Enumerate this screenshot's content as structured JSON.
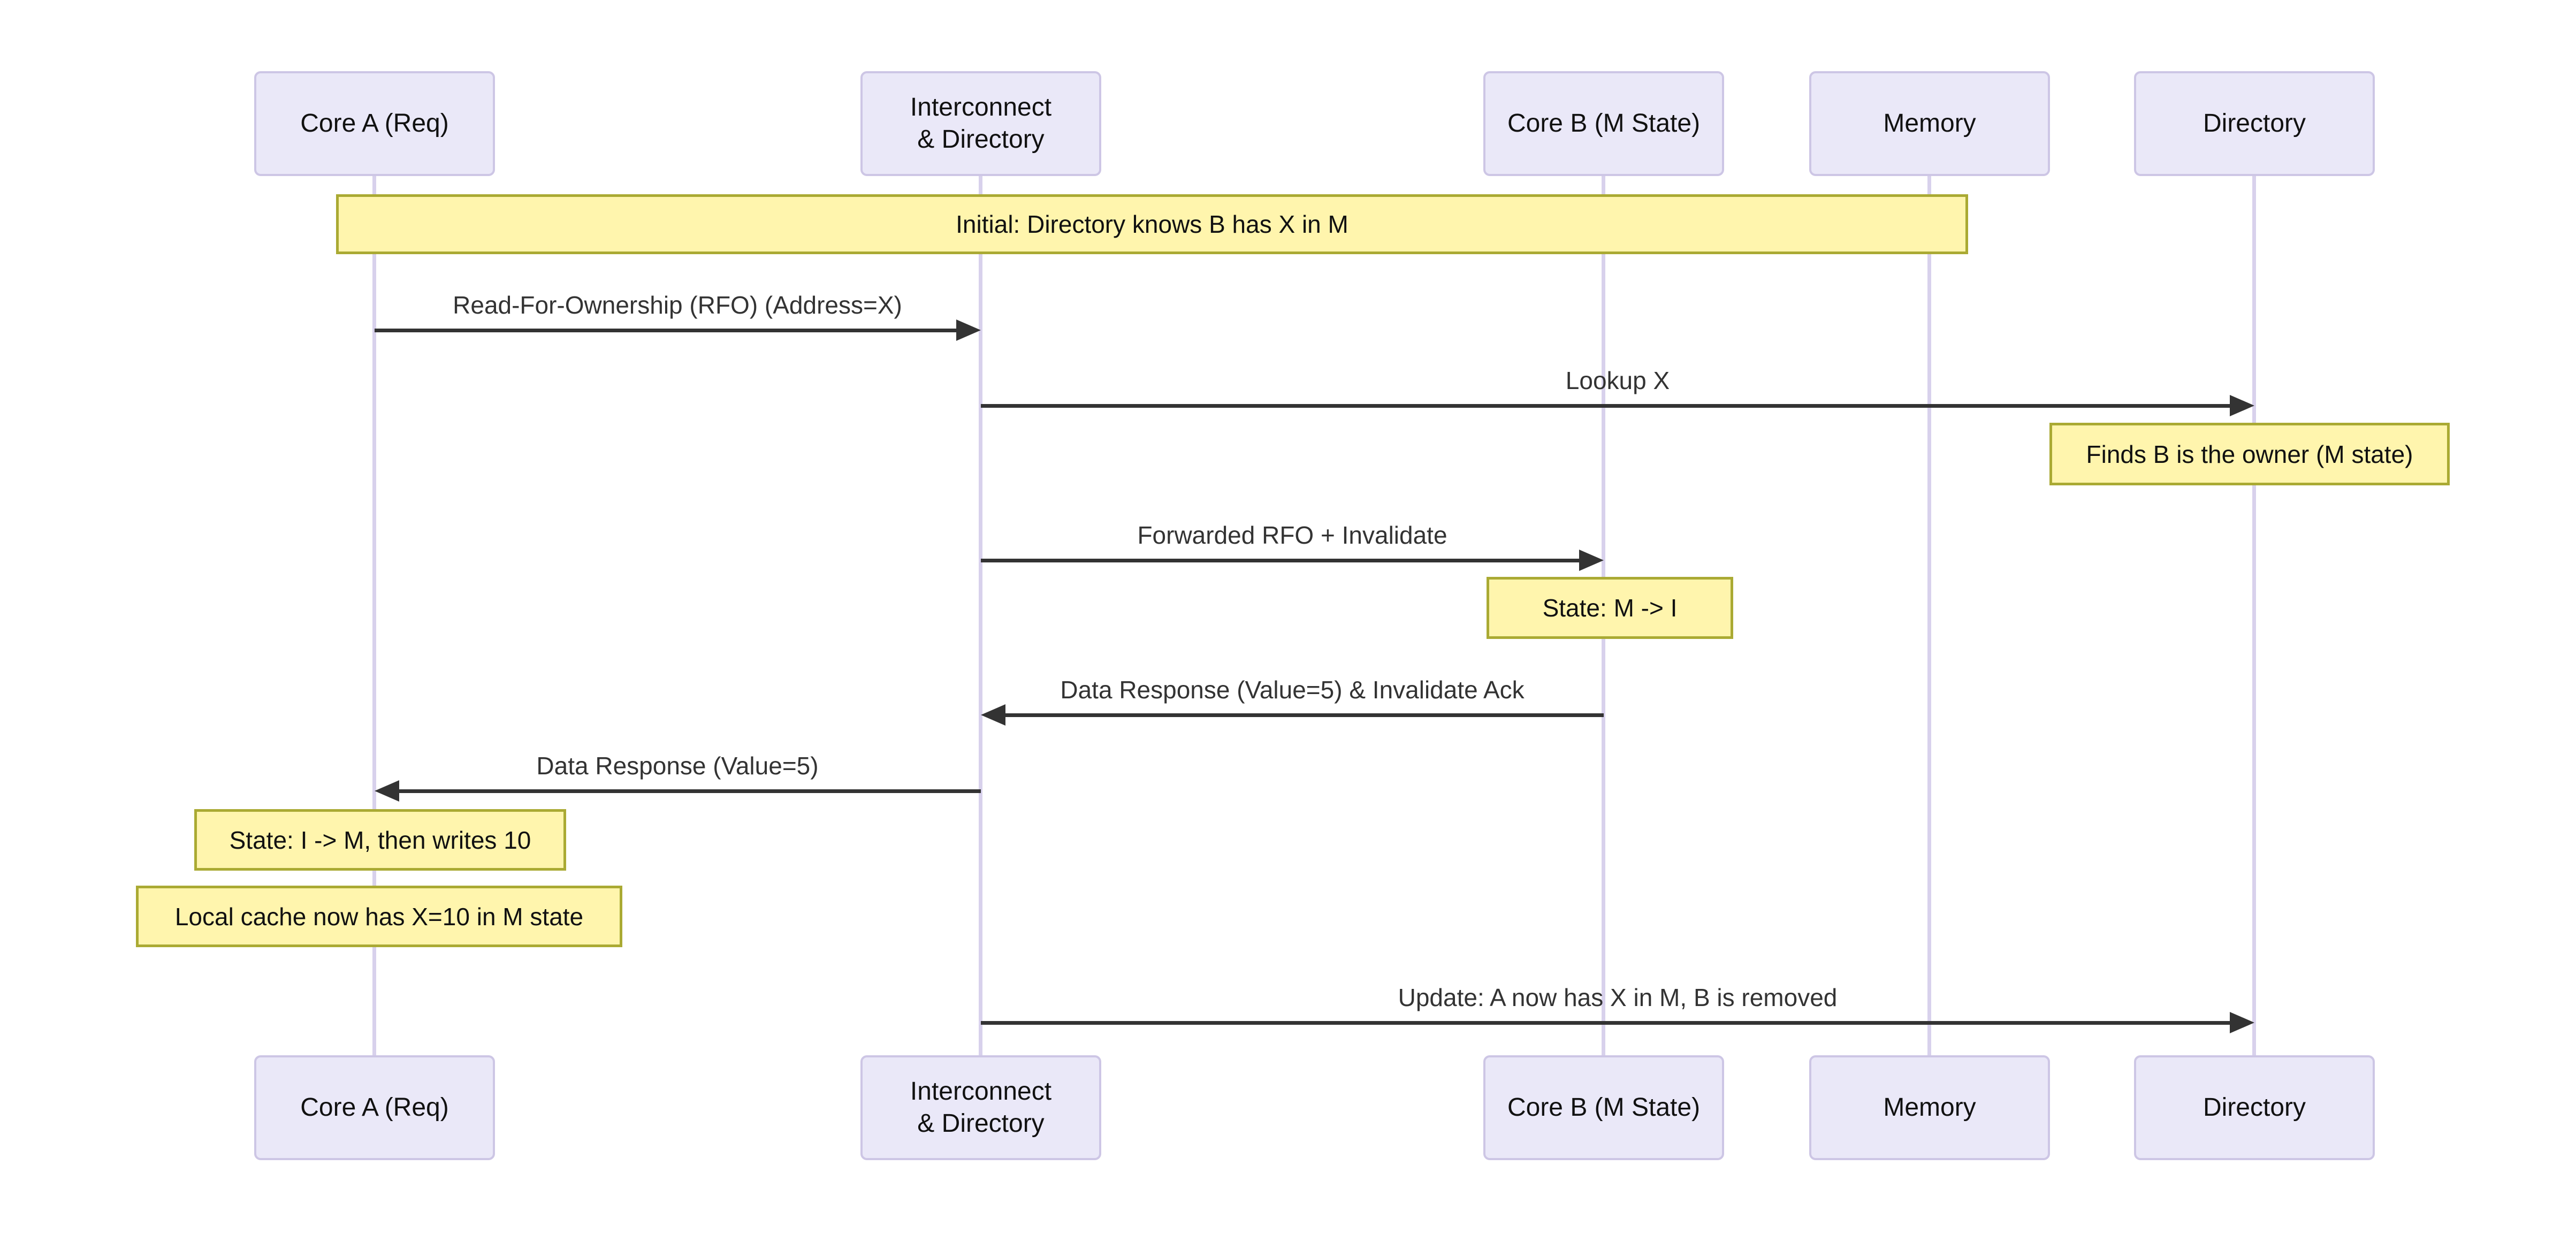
{
  "diagram": {
    "type": "sequence-diagram",
    "topic": "Directory-based cache coherence: Read-For-Ownership transaction"
  },
  "colors": {
    "background": "#ffffff",
    "actor_fill": "#EAE8F8",
    "actor_border": "#CDC6E5",
    "lifeline": "#D8D1EC",
    "note_fill": "#FFF5AD",
    "note_border": "#AAAA33",
    "arrow": "#333333",
    "text": "#111111"
  },
  "participants": [
    {
      "id": "core-a",
      "label": "Core A (Req)"
    },
    {
      "id": "interconnect",
      "label": "Interconnect\n& Directory"
    },
    {
      "id": "core-b",
      "label": "Core B (M State)"
    },
    {
      "id": "memory",
      "label": "Memory"
    },
    {
      "id": "directory",
      "label": "Directory"
    }
  ],
  "messages": [
    {
      "from": "core-a",
      "to": "interconnect",
      "direction": "right",
      "label": "Read-For-Ownership (RFO) (Address=X)"
    },
    {
      "from": "interconnect",
      "to": "directory",
      "direction": "right",
      "label": "Lookup X"
    },
    {
      "from": "interconnect",
      "to": "core-b",
      "direction": "right",
      "label": "Forwarded RFO + Invalidate"
    },
    {
      "from": "core-b",
      "to": "interconnect",
      "direction": "left",
      "label": "Data Response (Value=5) & Invalidate Ack"
    },
    {
      "from": "interconnect",
      "to": "core-a",
      "direction": "left",
      "label": "Data Response (Value=5)"
    },
    {
      "from": "interconnect",
      "to": "directory",
      "direction": "right",
      "label": "Update: A now has X in M, B is removed"
    }
  ],
  "notes": [
    {
      "over": "core-a, core-b",
      "label": "Initial: Directory knows B has X in M"
    },
    {
      "over": "directory",
      "label": "Finds B is the owner (M state)"
    },
    {
      "over": "core-b",
      "label": "State: M -> I"
    },
    {
      "over": "core-a",
      "label": "State: I -> M, then writes 10"
    },
    {
      "over": "core-a",
      "label": "Local cache now has X=10 in M state"
    }
  ]
}
